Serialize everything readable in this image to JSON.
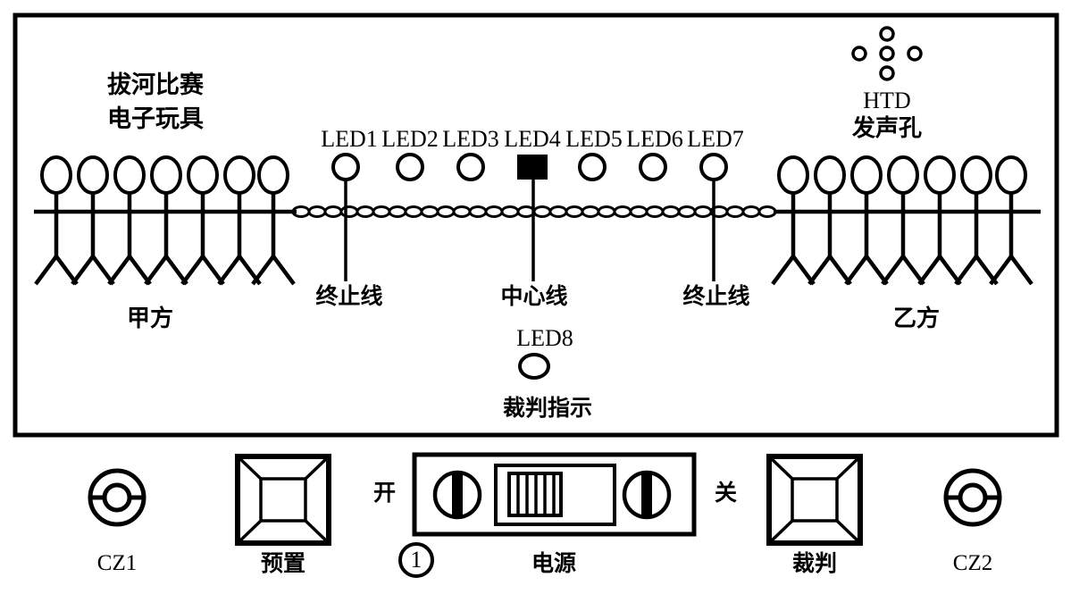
{
  "diagram": {
    "title_line1": "拔河比赛",
    "title_line2": "电子玩具",
    "team_left_label": "甲方",
    "team_right_label": "乙方",
    "speaker": {
      "name": "HTD",
      "hole_label": "发声孔",
      "hole_count": 5
    },
    "leds": [
      {
        "id": "LED1",
        "state": "off"
      },
      {
        "id": "LED2",
        "state": "off"
      },
      {
        "id": "LED3",
        "state": "off"
      },
      {
        "id": "LED4",
        "state": "on"
      },
      {
        "id": "LED5",
        "state": "off"
      },
      {
        "id": "LED6",
        "state": "off"
      },
      {
        "id": "LED7",
        "state": "off"
      }
    ],
    "referee_led": {
      "id": "LED8",
      "label": "裁判指示",
      "state": "off"
    },
    "markers": {
      "left_terminal": "终止线",
      "center": "中心线",
      "right_terminal": "终止线"
    },
    "team_member_count": 7
  },
  "controls": {
    "jack_left": {
      "label": "CZ1",
      "icon": "phone-jack-icon"
    },
    "preset_button": {
      "label": "预置",
      "icon": "pyramid-button-icon"
    },
    "power_switch": {
      "label": "电源",
      "on_label": "开",
      "off_label": "关",
      "marker": "①",
      "position": "on",
      "rib_count": 5,
      "screw_count": 2
    },
    "referee_button": {
      "label": "裁判",
      "icon": "pyramid-button-icon"
    },
    "jack_right": {
      "label": "CZ2",
      "icon": "phone-jack-icon"
    }
  },
  "colors": {
    "ink": "#000000",
    "paper": "#ffffff"
  }
}
